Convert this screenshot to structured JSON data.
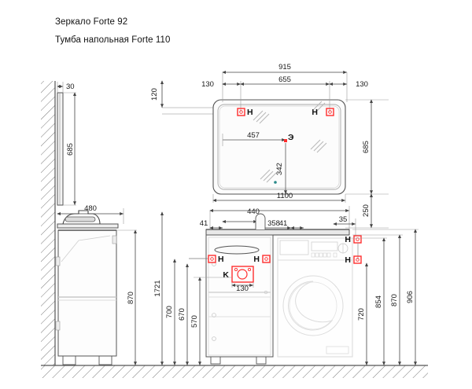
{
  "title": {
    "line1": "Зеркало Forte 92",
    "line2": "Тумба напольная Forte 110"
  },
  "colors": {
    "line": "#555555",
    "thin": "#9a9a9a",
    "faint": "#cfcfcf",
    "marker_red": "#ff2d2d",
    "text": "#1a1a1a",
    "background": "#ffffff"
  },
  "dimensions": {
    "mirror_side_thickness": "30",
    "mirror_side_height": "685",
    "cabinet_side_depth": "480",
    "cabinet_side_height": "870",
    "mirror_top_offset": "120",
    "mirror_overall_width": "915",
    "mirror_mount_left": "130",
    "mirror_mount_span": "655",
    "mirror_mount_right": "130",
    "mirror_width": "1100",
    "mirror_height": "685",
    "outlet_x": "457",
    "outlet_y": "342",
    "gap_mirror_to_counter": "250",
    "total_height": "1721",
    "counter_cut_width": "440",
    "counter_left_margin": "41",
    "counter_inner": "358",
    "counter_right_margin": "41",
    "right_offset": "35",
    "plumbing_box_width": "130",
    "shelf_700": "700",
    "shelf_670": "670",
    "shelf_570": "570",
    "wm_720": "720",
    "wm_854": "854",
    "wm_870": "870",
    "wm_906": "906"
  },
  "markers": {
    "water_label": "H",
    "drain_label": "K",
    "power_label": "Э",
    "mirror_mount_left_label": "H",
    "mirror_mount_right_label": "H",
    "cabinet_mount_left_label": "H",
    "cabinet_mount_right_label": "H",
    "wm_mount_top_label": "H",
    "wm_mount_bottom_label": "H"
  }
}
